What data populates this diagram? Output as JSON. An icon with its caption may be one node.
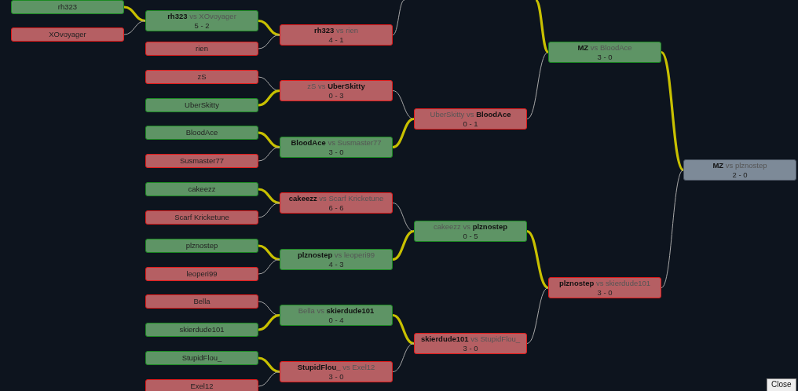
{
  "diagram": {
    "nodes": [
      {
        "text": [
          "rh323"
        ]
      },
      {
        "text": [
          "XOvoyager"
        ]
      },
      {
        "text": [
          "**rh323** vs XOvoyager",
          "5 - 2"
        ]
      },
      {
        "text": [
          "rien"
        ]
      },
      {
        "text": [
          "zS"
        ]
      },
      {
        "text": [
          "UberSkitty"
        ]
      },
      {
        "text": [
          "BloodAce"
        ]
      },
      {
        "text": [
          "Susmaster77"
        ]
      },
      {
        "text": [
          "cakeezz"
        ]
      },
      {
        "text": [
          "Scarf Kricketune"
        ]
      },
      {
        "text": [
          "plznostep"
        ]
      },
      {
        "text": [
          "leoperi99"
        ]
      },
      {
        "text": [
          "Bella"
        ]
      },
      {
        "text": [
          "skierdude101"
        ]
      },
      {
        "text": [
          "StupidFlou_"
        ]
      },
      {
        "text": [
          "Exel12"
        ]
      },
      {
        "text": [
          "**rh323** vs rien",
          "4 - 1"
        ]
      },
      {
        "text": [
          "zS vs **UberSkitty**",
          "0 - 3"
        ]
      },
      {
        "text": [
          "**BloodAce** vs Susmaster77",
          "3 - 0"
        ]
      },
      {
        "text": [
          "**cakeezz** vs Scarf Kricketune",
          "6 - 6"
        ]
      },
      {
        "text": [
          "**plznostep** vs leoperi99",
          "4 - 3"
        ]
      },
      {
        "text": [
          "Bella vs **skierdude101**",
          "0 - 4"
        ]
      },
      {
        "text": [
          "**StupidFlou_** vs Exel12",
          "3 - 0"
        ]
      },
      {
        "text": [
          "UberSkitty vs **BloodAce**",
          "0 - 1"
        ]
      },
      {
        "text": [
          "cakeezz vs **plznostep**",
          "0 - 5"
        ]
      },
      {
        "text": [
          "**skierdude101** vs StupidFlou_",
          "3 - 0"
        ]
      },
      {
        "text": [
          "**MZ** vs BloodAce",
          "3 - 0"
        ]
      },
      {
        "text": [
          "**plznostep** vs skierdude101",
          "3 - 0"
        ]
      },
      {
        "text": [
          "**MZ** vs plznostep",
          "2 - 0"
        ]
      }
    ],
    "edges": [
      {
        "from": 0,
        "to": 2,
        "arrow": "none",
        "style": "thick",
        "color": "#c8c000"
      },
      {
        "from": 1,
        "to": 2,
        "arrow": "none"
      },
      {
        "from": 2,
        "to": 16,
        "arrow": "none",
        "style": "thick",
        "color": "#c8c000"
      },
      {
        "from": 3,
        "to": 16,
        "arrow": "none"
      },
      {
        "from": 4,
        "to": 17,
        "arrow": "none"
      },
      {
        "from": 5,
        "to": 17,
        "arrow": "none",
        "style": "thick",
        "color": "#c8c000"
      },
      {
        "from": 6,
        "to": 18,
        "arrow": "none",
        "style": "thick",
        "color": "#c8c000"
      },
      {
        "from": 7,
        "to": 18,
        "arrow": "none"
      },
      {
        "from": 8,
        "to": 19,
        "arrow": "none",
        "style": "thick",
        "color": "#c8c000"
      },
      {
        "from": 9,
        "to": 19,
        "arrow": "none"
      },
      {
        "from": 10,
        "to": 20,
        "arrow": "none",
        "style": "thick",
        "color": "#c8c000"
      },
      {
        "from": 11,
        "to": 20,
        "arrow": "none"
      },
      {
        "from": 12,
        "to": 21,
        "arrow": "none"
      },
      {
        "from": 13,
        "to": 21,
        "arrow": "none",
        "style": "thick",
        "color": "#c8c000"
      },
      {
        "from": 14,
        "to": 22,
        "arrow": "none",
        "style": "thick",
        "color": "#c8c000"
      },
      {
        "from": 15,
        "to": 22,
        "arrow": "none"
      },
      {
        "from": 16,
        "to": null,
        "arrow": "none"
      },
      {
        "from": 17,
        "to": 23,
        "arrow": "none"
      },
      {
        "from": 18,
        "to": 23,
        "arrow": "none",
        "style": "thick",
        "color": "#c8c000"
      },
      {
        "from": 19,
        "to": 24,
        "arrow": "none"
      },
      {
        "from": 20,
        "to": 24,
        "arrow": "none",
        "style": "thick",
        "color": "#c8c000"
      },
      {
        "from": 21,
        "to": 25,
        "arrow": "none",
        "style": "thick",
        "color": "#c8c000"
      },
      {
        "from": 22,
        "to": 25,
        "arrow": "none"
      },
      {
        "from": 23,
        "to": 26,
        "arrow": "none"
      },
      {
        "from": null,
        "to": 26,
        "arrow": "none",
        "style": "thick",
        "color": "#c8c000"
      },
      {
        "from": 24,
        "to": 27,
        "arrow": "none",
        "style": "thick",
        "color": "#c8c000"
      },
      {
        "from": 25,
        "to": 27,
        "arrow": "none"
      },
      {
        "from": 26,
        "to": 28,
        "arrow": "none",
        "style": "thick",
        "color": "#c8c000"
      },
      {
        "from": 27,
        "to": 28,
        "arrow": "none"
      }
    ],
    "labels": [
      "Close"
    ]
  }
}
